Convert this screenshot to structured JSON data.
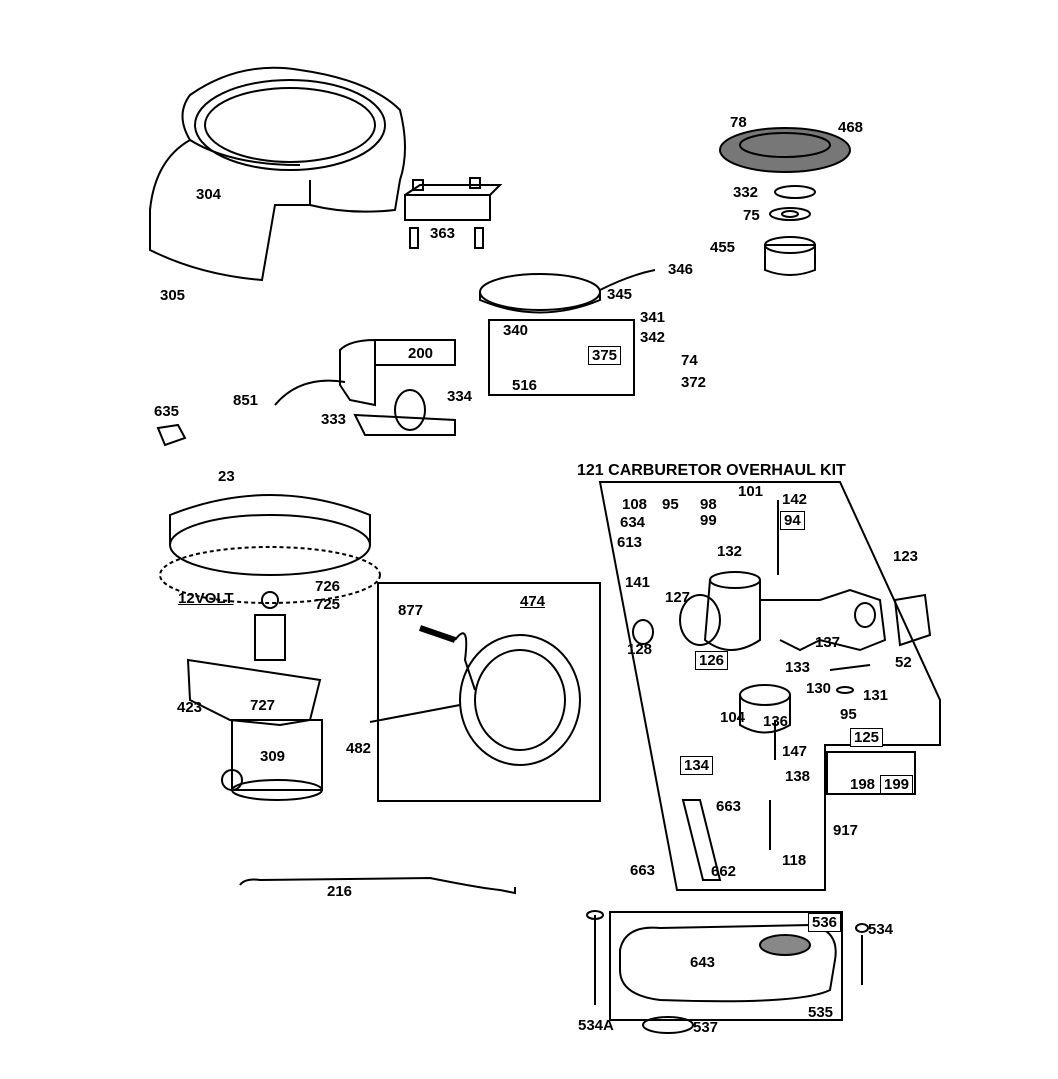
{
  "diagram": {
    "kit_title": "121 CARBURETOR OVERHAUL KIT",
    "voltage_label": "12VOLT",
    "labels": {
      "p304": "304",
      "p305": "305",
      "p363": "363",
      "p78": "78",
      "p468": "468",
      "p332": "332",
      "p75": "75",
      "p455": "455",
      "p346": "346",
      "p345": "345",
      "p341": "341",
      "p342": "342",
      "p340": "340",
      "p375": "375",
      "p74": "74",
      "p372": "372",
      "p516": "516",
      "p200": "200",
      "p851": "851",
      "p334": "334",
      "p333": "333",
      "p635": "635",
      "p23": "23",
      "p726": "726",
      "p725": "725",
      "p727": "727",
      "p423": "423",
      "p309": "309",
      "p877": "877",
      "p474": "474",
      "p482": "482",
      "p216": "216",
      "p108": "108",
      "p95a": "95",
      "p98": "98",
      "p101": "101",
      "p142": "142",
      "p634": "634",
      "p99": "99",
      "p94": "94",
      "p613": "613",
      "p132": "132",
      "p141": "141",
      "p123": "123",
      "p127": "127",
      "p128": "128",
      "p126": "126",
      "p137": "137",
      "p52": "52",
      "p133": "133",
      "p130": "130",
      "p131": "131",
      "p104": "104",
      "p136": "136",
      "p95b": "95",
      "p125": "125",
      "p134": "134",
      "p147": "147",
      "p138": "138",
      "p198": "198",
      "p199": "199",
      "p663a": "663",
      "p917": "917",
      "p118": "118",
      "p663b": "663",
      "p662": "662",
      "p536": "536",
      "p534": "534",
      "p643": "643",
      "p535": "535",
      "p534a": "534A",
      "p537": "537"
    }
  }
}
